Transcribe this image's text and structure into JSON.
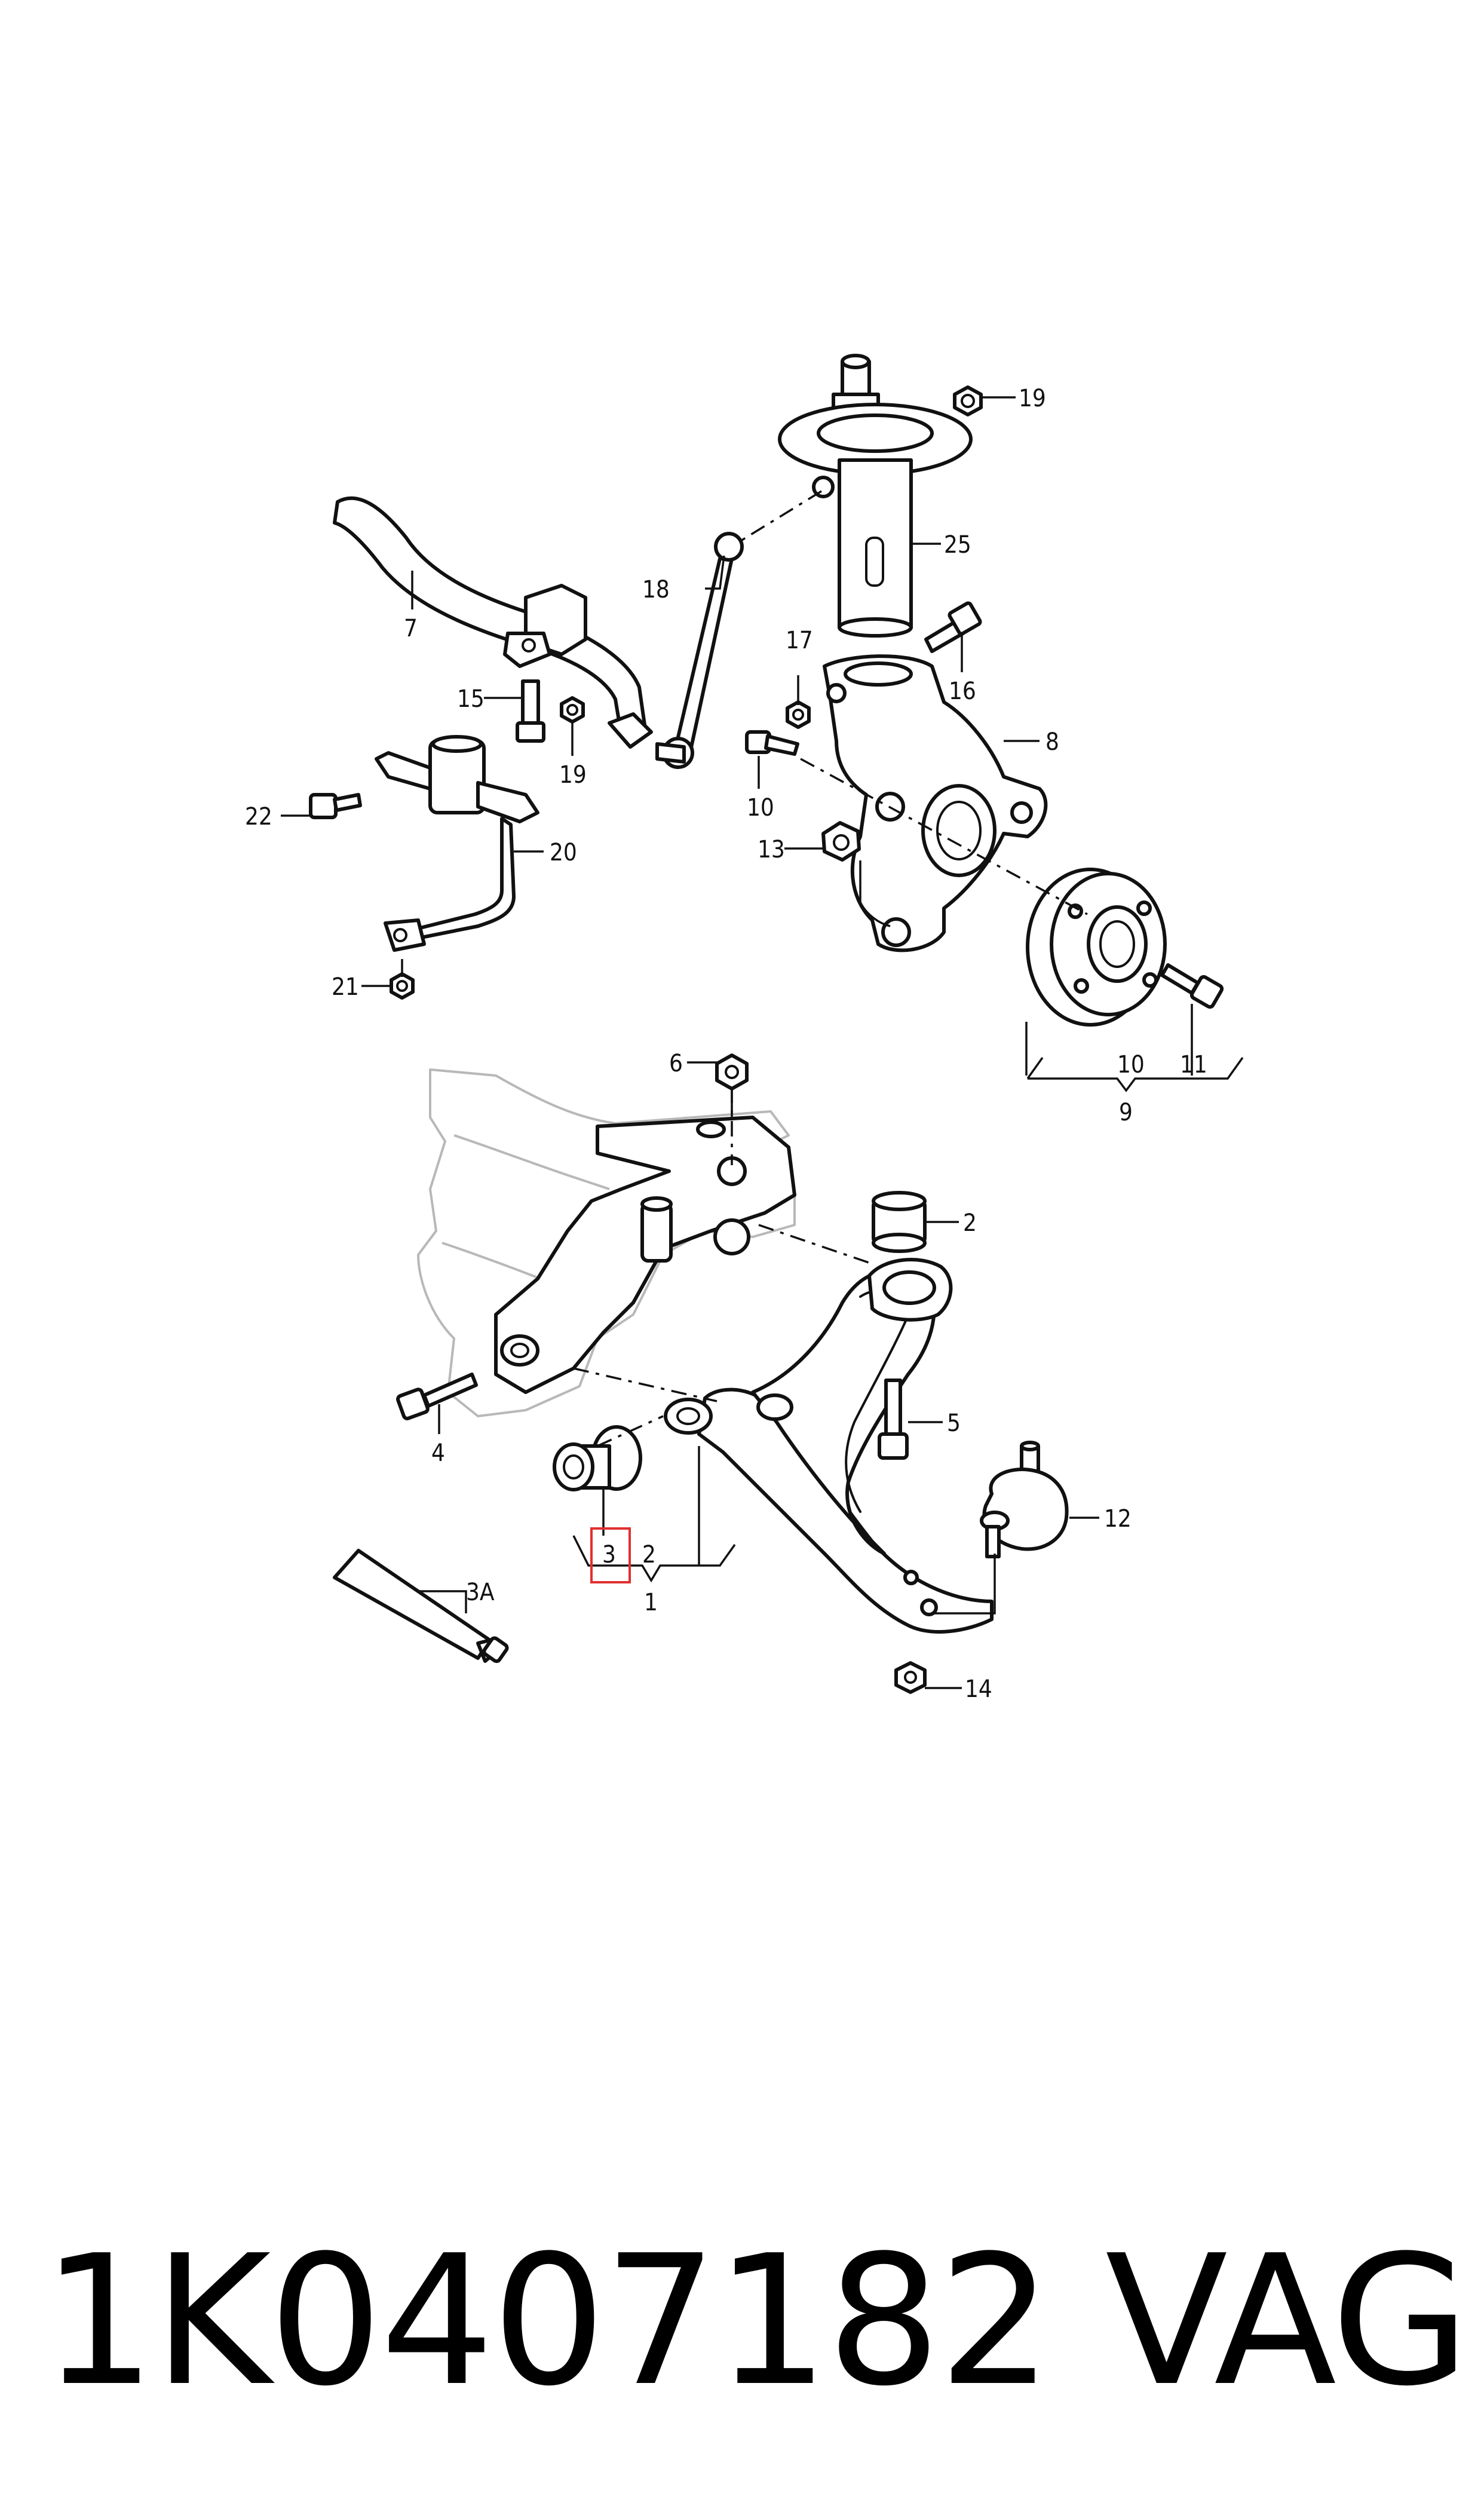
{
  "labels": {
    "l19a": "19",
    "l25": "25",
    "l18": "18",
    "l7": "7",
    "l17": "17",
    "l16": "16",
    "l15": "15",
    "l19b": "19",
    "l8": "8",
    "l10a": "10",
    "l22": "22",
    "l20": "20",
    "l13": "13",
    "l21": "21",
    "l10b": "10",
    "l11": "11",
    "l9": "9",
    "l6": "6",
    "l2a": "2",
    "l5": "5",
    "l4": "4",
    "l12": "12",
    "l3": "3",
    "l2b": "2",
    "l3A": "3A",
    "l1": "1",
    "l14": "14"
  },
  "highlight": {
    "label": "3",
    "color": "#e03030"
  },
  "footer": {
    "part_number": "1K0407182",
    "brand": "VAG"
  }
}
